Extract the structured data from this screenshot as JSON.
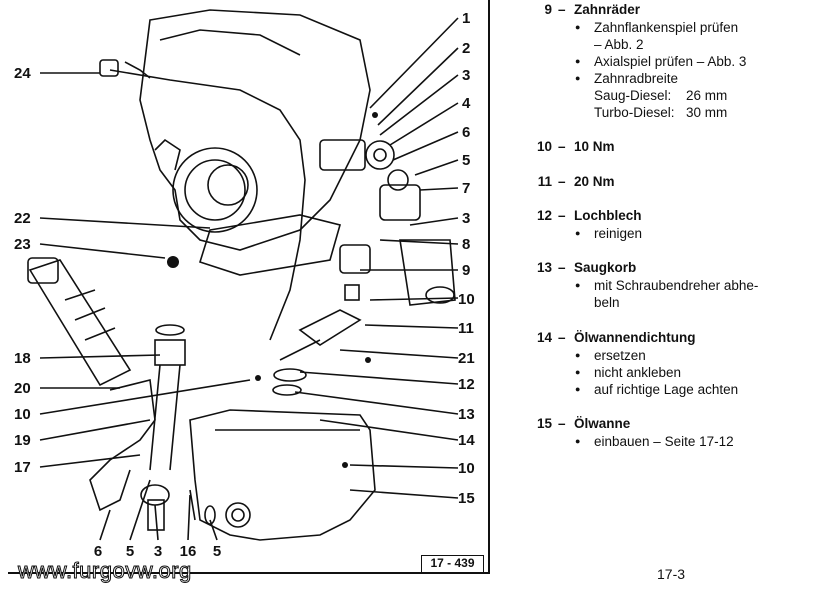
{
  "diagram": {
    "callouts_right": [
      "1",
      "2",
      "3",
      "4",
      "6",
      "5",
      "7",
      "3",
      "8",
      "9",
      "10",
      "11",
      "21",
      "12",
      "13",
      "14",
      "10",
      "15"
    ],
    "callouts_left": [
      "24",
      "22",
      "23",
      "18",
      "20",
      "10",
      "19",
      "17"
    ],
    "callouts_bottom": [
      "6",
      "5",
      "3",
      "16",
      "5"
    ],
    "figure_id": "17 - 439",
    "watermark": "www.furgovw.org"
  },
  "legend": {
    "items": [
      {
        "num": "9",
        "title": "Zahnräder",
        "bullets": [
          "Zahnflankenspiel prüfen",
          "Axialspiel prüfen – Abb. 3",
          "Zahnradbreite"
        ],
        "bullet_cont": [
          "– Abb. 2"
        ],
        "specs": [
          {
            "label": "Saug-Diesel:",
            "value": "26 mm"
          },
          {
            "label": "Turbo-Diesel:",
            "value": "30 mm"
          }
        ]
      },
      {
        "num": "10",
        "title": "10 Nm"
      },
      {
        "num": "11",
        "title": "20 Nm"
      },
      {
        "num": "12",
        "title": "Lochblech",
        "bullets": [
          "reinigen"
        ]
      },
      {
        "num": "13",
        "title": "Saugkorb",
        "bullets": [
          "mit Schraubendreher abhe-"
        ],
        "bullet_cont": [
          "beln"
        ]
      },
      {
        "num": "14",
        "title": "Ölwannendichtung",
        "bullets": [
          "ersetzen",
          "nicht ankleben",
          "auf richtige Lage achten"
        ]
      },
      {
        "num": "15",
        "title": "Ölwanne",
        "bullets": [
          "einbauen – Seite 17-12"
        ]
      }
    ],
    "dash": "–"
  },
  "page_number": "17-3"
}
